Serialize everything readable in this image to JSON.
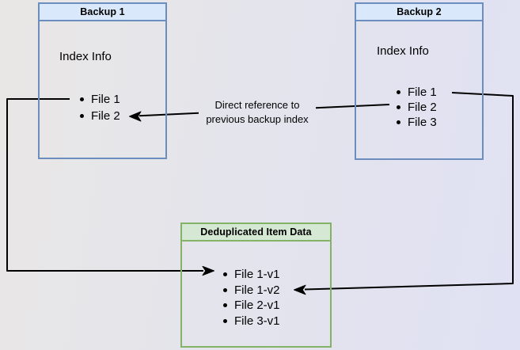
{
  "boxes": {
    "backup1": {
      "title": "Backup 1",
      "subtitle": "Index Info",
      "items": [
        "File 1",
        "File 2"
      ]
    },
    "backup2": {
      "title": "Backup 2",
      "subtitle": "Index Info",
      "items": [
        "File 1",
        "File 2",
        "File 3"
      ]
    },
    "dedup": {
      "title": "Deduplicated Item Data",
      "items": [
        "File 1-v1",
        "File 1-v2",
        "File 2-v1",
        "File 3-v1"
      ]
    }
  },
  "edge_label": {
    "line1": "Direct reference to",
    "line2": "previous backup index"
  },
  "colors": {
    "blue_header_fill": "#dae8fc",
    "blue_border": "#6c8ebf",
    "green_header_fill": "#d5e8d4",
    "green_border": "#82b366",
    "connector": "#000000",
    "background_left": "#e9e7e5",
    "background_right": "#e0e1f3"
  }
}
